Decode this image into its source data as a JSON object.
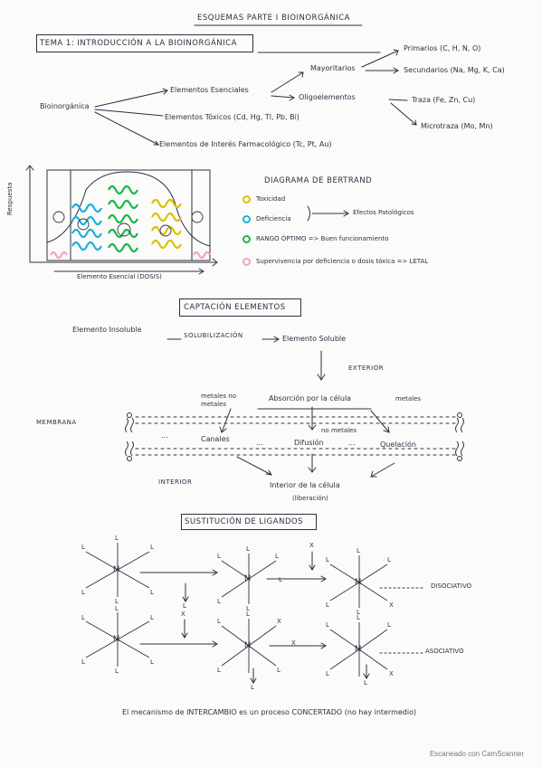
{
  "header": {
    "title": "ESQUEMAS PARTE I BIOINORGÁNICA"
  },
  "tema1": {
    "title": "TEMA 1: INTRODUCCIÓN A LA BIOINORGÁNICA",
    "root": "Bioinorgánica",
    "branches": [
      "Elementos Esenciales",
      "Elementos Tóxicos (Cd, Hg, Tl, Pb, Bi)",
      "Elementos de Interés Farmacológico (Tc, Pt, Au)"
    ],
    "esenciales": [
      "Mayoritarios",
      "Oligoelementos"
    ],
    "mayoritarios": [
      "Primarios (C, H, N, O)",
      "Secundarios (Na, Mg, K, Ca)"
    ],
    "oligo": [
      "Traza (Fe, Zn, Cu)",
      "Microtraza (Mo, Mn)"
    ]
  },
  "bertrand": {
    "title": "DIAGRAMA DE BERTRAND",
    "y_label": "Respuesta",
    "x_label": "Elemento Esencial (DOSIS)",
    "legend": [
      {
        "color": "#d8c400",
        "text": "Toxicidad"
      },
      {
        "color": "#1eb0e0",
        "text": "Deficiencia"
      },
      {
        "color": "#17b84a",
        "text": "RANGO ÓPTIMO => Buen funcionamiento"
      },
      {
        "color": "#f2a3c3",
        "text": "Supervivencia por deficiencia o dosis tóxica => LETAL"
      }
    ],
    "efecto": "Efectos Patológicos"
  },
  "captacion": {
    "title": "CAPTACIÓN ELEMENTOS",
    "insoluble": "Elemento Insoluble",
    "solub": "SOLUBILIZACIÓN",
    "soluble": "Elemento Soluble",
    "exterior": "EXTERIOR",
    "membrana": "MEMBRANA",
    "interior": "INTERIOR",
    "metales_no": "metales no metales",
    "absorcion": "Absorción por la célula",
    "no_metales": "no metales",
    "metales": "metales",
    "canales": "Canales",
    "difusion": "Difusión",
    "quelacion": "Quelación",
    "dots": "...",
    "interior_celula": "Interior de la célula",
    "liberacion": "(liberación)"
  },
  "ligandos": {
    "title": "SUSTITUCIÓN DE LIGANDOS",
    "L": "L",
    "M": "M",
    "X": "X",
    "disociativo": "DISOCIATIVO",
    "asociativo": "ASOCIATIVO",
    "conclusion": "El mecanismo de INTERCAMBIO es un proceso CONCERTADO (no hay intermedio)"
  },
  "footer": "Escaneado con CamScanner"
}
